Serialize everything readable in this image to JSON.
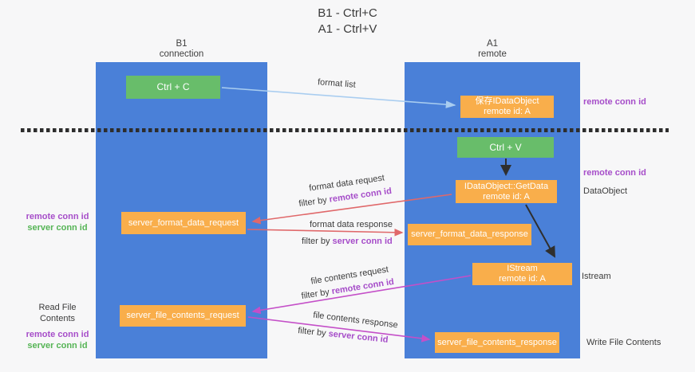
{
  "title": {
    "line1": "B1 - Ctrl+C",
    "line2": "A1 - Ctrl+V"
  },
  "columns": {
    "left": {
      "name_line": "B1",
      "role_line": "connection"
    },
    "right": {
      "name_line": "A1",
      "role_line": "remote"
    }
  },
  "nodes": {
    "ctrl_c": "Ctrl + C",
    "ctrl_v": "Ctrl + V",
    "save_dataobject": {
      "line1": "保存IDataObject",
      "line2": "remote id: A"
    },
    "getdata": {
      "line1": "IDataObject::GetData",
      "line2": "remote id: A"
    },
    "istream": {
      "line1": "IStream",
      "line2": "remote id: A"
    },
    "format_request": "server_format_data_request",
    "format_response": "server_format_data_response",
    "file_request": "server_file_contents_request",
    "file_response": "server_file_contents_response"
  },
  "arrow_labels": {
    "format_list": "format list",
    "format_data_request": "format data request",
    "format_data_response": "format data response",
    "file_contents_request": "file contents request",
    "file_contents_response": "file contents response",
    "filter_by": "filter by",
    "remote_conn_id": "remote conn id",
    "server_conn_id": "server conn id"
  },
  "side_labels": {
    "left_mid": {
      "remote": "remote conn id",
      "server": "server conn id"
    },
    "left_bottom": {
      "read": "Read File Contents",
      "remote": "remote conn id",
      "server": "server conn id"
    },
    "right": {
      "top_remote": "remote conn id",
      "mid_remote": "remote conn id",
      "dataobject": "DataObject",
      "istream": "Istream",
      "write": "Write File Contents"
    }
  },
  "colors": {
    "column_blue": "#4a80d8",
    "node_green": "#68bd6a",
    "node_orange": "#f9ae4b",
    "arrow_light_blue": "#a9cdf0",
    "arrow_red": "#e0686a",
    "arrow_magenta": "#c44fc8",
    "arrow_black": "#2f2f2f",
    "label_purple": "#a64dc9",
    "label_green": "#55b455",
    "background": "#f7f7f8"
  }
}
